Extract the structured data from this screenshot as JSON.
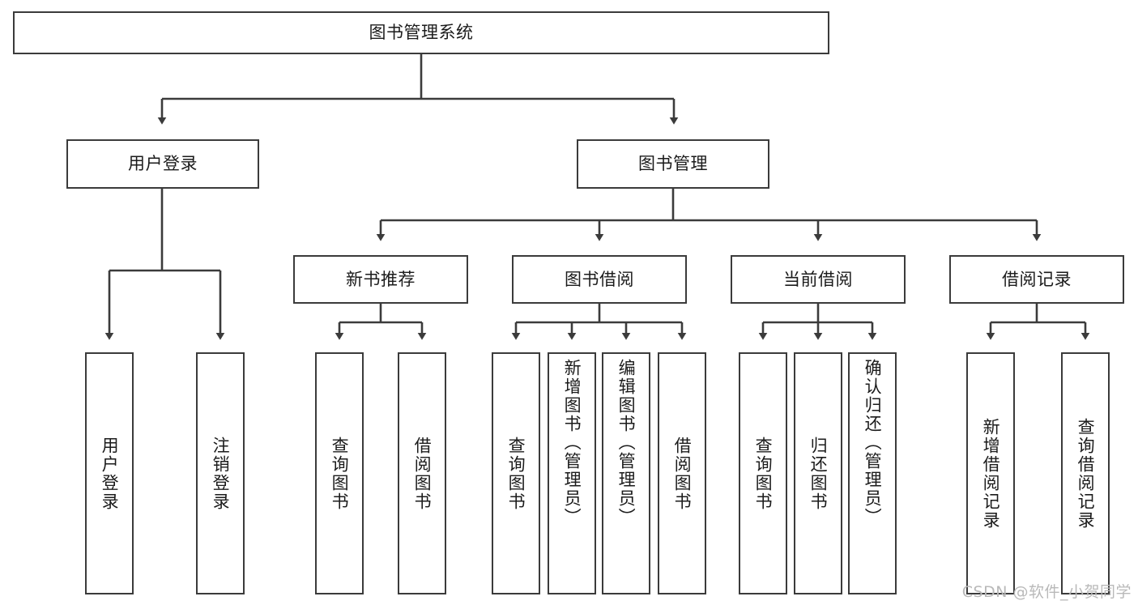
{
  "diagram": {
    "title": "图书管理系统",
    "type": "tree",
    "watermark": "CSDN @软件_小贺同学",
    "colors": {
      "stroke": "#3b3b3b",
      "fill": "#ffffff",
      "text": "#1b1b1b",
      "watermark": "#b9b9b9"
    },
    "nodes": {
      "root": {
        "label": "图书管理系统"
      },
      "level2": [
        {
          "id": "user-login",
          "label": "用户登录"
        },
        {
          "id": "book-manage",
          "label": "图书管理"
        }
      ],
      "level3": [
        {
          "id": "new-book-recommend",
          "label": "新书推荐"
        },
        {
          "id": "book-borrow",
          "label": "图书借阅"
        },
        {
          "id": "current-borrow",
          "label": "当前借阅"
        },
        {
          "id": "borrow-record",
          "label": "借阅记录"
        }
      ],
      "leaves": {
        "user-login": [
          {
            "id": "leaf-user-login",
            "label": "用户登录"
          },
          {
            "id": "leaf-logout-login",
            "label": "注销登录"
          }
        ],
        "new-book-recommend": [
          {
            "id": "leaf-query-book-1",
            "label": "查询图书"
          },
          {
            "id": "leaf-borrow-book-1",
            "label": "借阅图书"
          }
        ],
        "book-borrow": [
          {
            "id": "leaf-query-book-2",
            "label": "查询图书"
          },
          {
            "id": "leaf-add-book",
            "label": "新增图书（管理员）"
          },
          {
            "id": "leaf-edit-book",
            "label": "编辑图书（管理员）"
          },
          {
            "id": "leaf-borrow-book-2",
            "label": "借阅图书"
          }
        ],
        "current-borrow": [
          {
            "id": "leaf-query-book-3",
            "label": "查询图书"
          },
          {
            "id": "leaf-return-book",
            "label": "归还图书"
          },
          {
            "id": "leaf-confirm-return",
            "label": "确认归还（管理员）"
          }
        ],
        "borrow-record": [
          {
            "id": "leaf-add-record",
            "label": "新增借阅记录"
          },
          {
            "id": "leaf-query-record",
            "label": "查询借阅记录"
          }
        ]
      }
    }
  }
}
